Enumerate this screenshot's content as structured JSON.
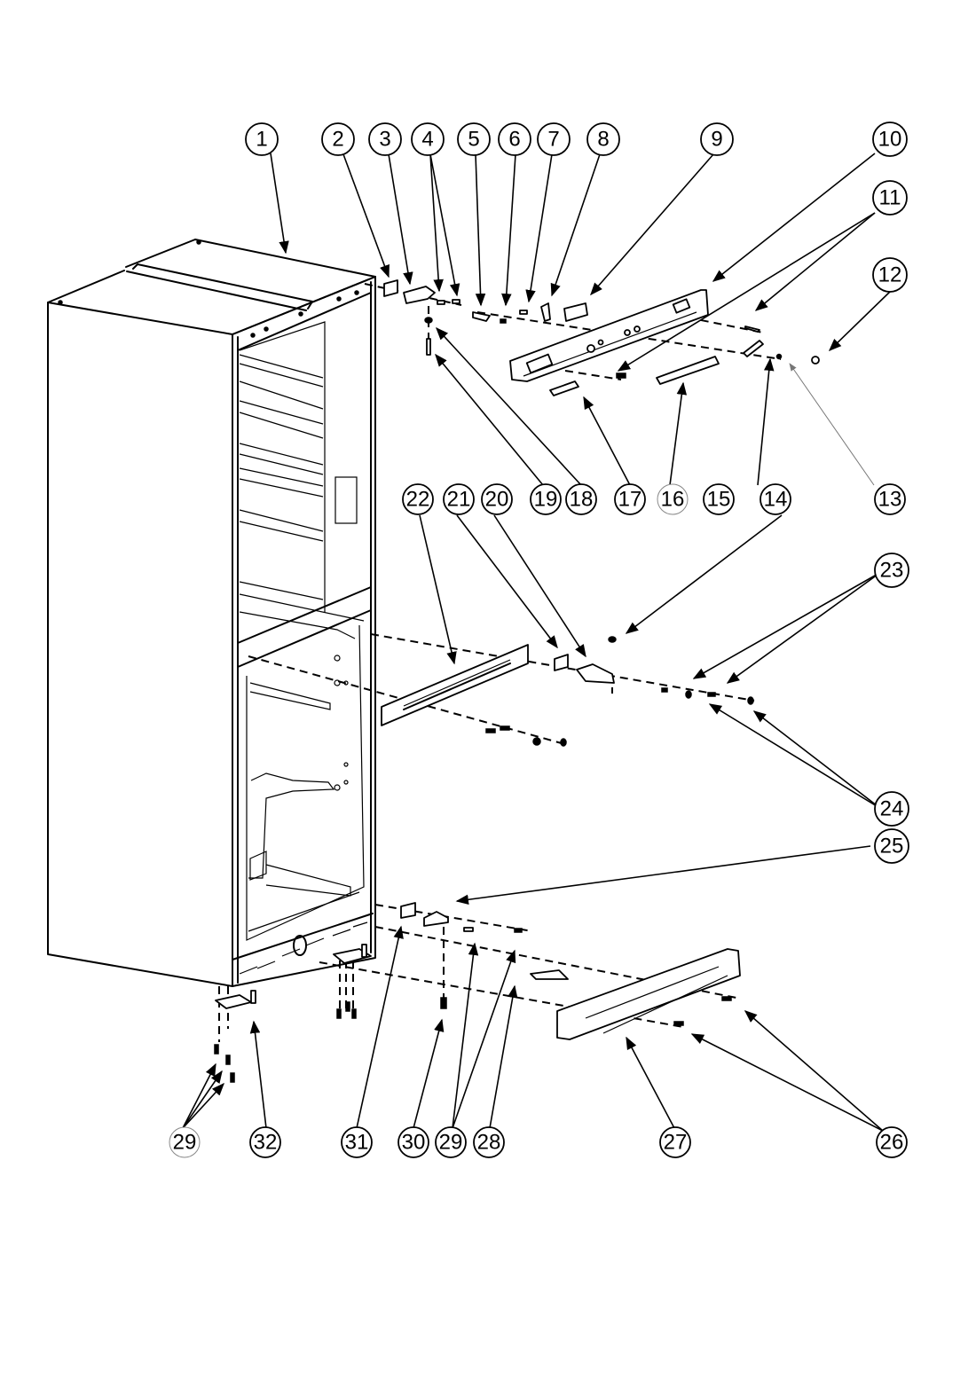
{
  "diagram": {
    "title": "Refrigerator cabinet exploded parts view",
    "callouts": [
      {
        "id": "1",
        "label": "1",
        "part": "cabinet"
      },
      {
        "id": "2",
        "label": "2",
        "part": "top-hinge-bracket-plate"
      },
      {
        "id": "3",
        "label": "3",
        "part": "top-hinge"
      },
      {
        "id": "4",
        "label": "4",
        "part": "hinge-screws"
      },
      {
        "id": "5",
        "label": "5",
        "part": "wire-clip"
      },
      {
        "id": "6",
        "label": "6",
        "part": "bushing"
      },
      {
        "id": "7",
        "label": "7",
        "part": "screw"
      },
      {
        "id": "8",
        "label": "8",
        "part": "clip"
      },
      {
        "id": "9",
        "label": "9",
        "part": "switch-box"
      },
      {
        "id": "10",
        "label": "10",
        "part": "top-cover-trim"
      },
      {
        "id": "11",
        "label": "11",
        "part": "cover-screws"
      },
      {
        "id": "12",
        "label": "12",
        "part": "end-nut"
      },
      {
        "id": "13",
        "label": "13",
        "part": "washer",
        "style": "light"
      },
      {
        "id": "14",
        "label": "14",
        "part": "hinge-pin-cap"
      },
      {
        "id": "15",
        "label": "15",
        "part": "screw"
      },
      {
        "id": "16",
        "label": "16",
        "part": "trim-strip",
        "style": "light"
      },
      {
        "id": "17",
        "label": "17",
        "part": "oval-cap"
      },
      {
        "id": "18",
        "label": "18",
        "part": "hinge-washer"
      },
      {
        "id": "19",
        "label": "19",
        "part": "hinge-pin"
      },
      {
        "id": "20",
        "label": "20",
        "part": "middle-hinge"
      },
      {
        "id": "21",
        "label": "21",
        "part": "hinge-spacer"
      },
      {
        "id": "22",
        "label": "22",
        "part": "mullion-strip"
      },
      {
        "id": "23",
        "label": "23",
        "part": "middle-hinge-screws"
      },
      {
        "id": "24",
        "label": "24",
        "part": "washers"
      },
      {
        "id": "25",
        "label": "25",
        "part": "bottom-hinge-bracket"
      },
      {
        "id": "26",
        "label": "26",
        "part": "kickplate-screws"
      },
      {
        "id": "27",
        "label": "27",
        "part": "kickplate-grille"
      },
      {
        "id": "28",
        "label": "28",
        "part": "kickplate-clip"
      },
      {
        "id": "29",
        "label": "29",
        "part": "screws"
      },
      {
        "id": "30",
        "label": "30",
        "part": "bottom-hinge-pin"
      },
      {
        "id": "31",
        "label": "31",
        "part": "bottom-hinge-plate"
      },
      {
        "id": "32",
        "label": "32",
        "part": "leveling-foot-bracket"
      },
      {
        "id": "29b",
        "label": "29",
        "part": "foot-screws",
        "style": "light"
      }
    ]
  }
}
